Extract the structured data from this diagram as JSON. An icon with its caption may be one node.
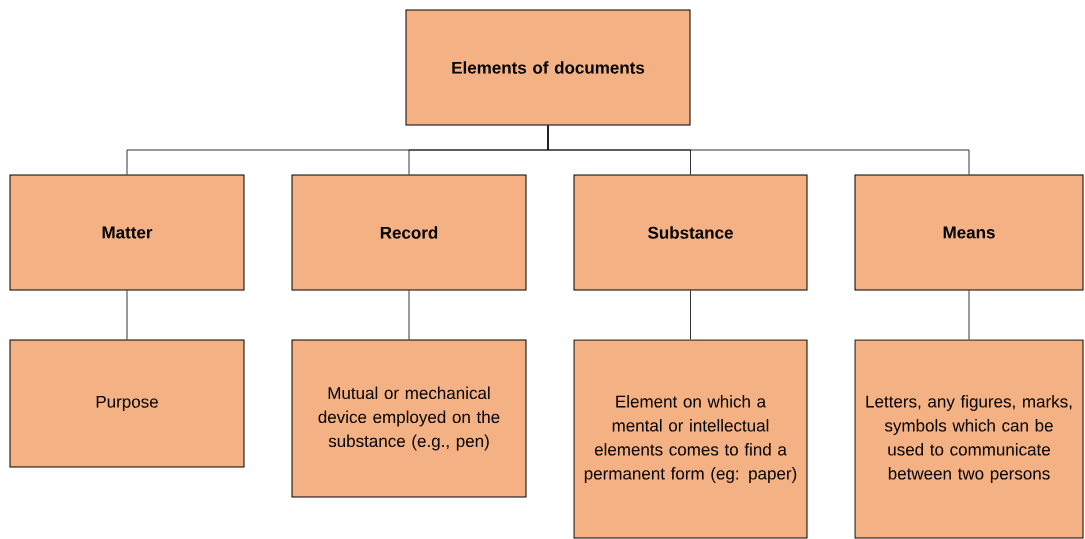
{
  "diagram": {
    "nodes": [
      {
        "text": [
          "Elements of documents"
        ]
      },
      {
        "text": [
          "Matter"
        ]
      },
      {
        "text": [
          "Record"
        ]
      },
      {
        "text": [
          "Substance"
        ]
      },
      {
        "text": [
          "Means"
        ]
      },
      {
        "text": [
          "Purpose"
        ]
      },
      {
        "text": [
          "Mutual or mechanical device employed on the substance (e.g., pen)"
        ]
      },
      {
        "text": [
          "Element on which a mental or intellectual elements comes to find a permanent form (eg: paper)"
        ]
      },
      {
        "text": [
          "Letters, any figures, marks, symbols which can be used to communicate between two persons"
        ]
      }
    ],
    "edges": [
      {
        "from": 0,
        "to": 1,
        "arrow": "none"
      },
      {
        "from": 0,
        "to": 2,
        "arrow": "none"
      },
      {
        "from": 0,
        "to": 3,
        "arrow": "none"
      },
      {
        "from": 0,
        "to": 4,
        "arrow": "none"
      },
      {
        "from": 1,
        "to": 5,
        "arrow": "none"
      },
      {
        "from": 2,
        "to": 6,
        "arrow": "none"
      },
      {
        "from": 3,
        "to": 7,
        "arrow": "none"
      },
      {
        "from": 4,
        "to": 8,
        "arrow": "none"
      }
    ]
  }
}
